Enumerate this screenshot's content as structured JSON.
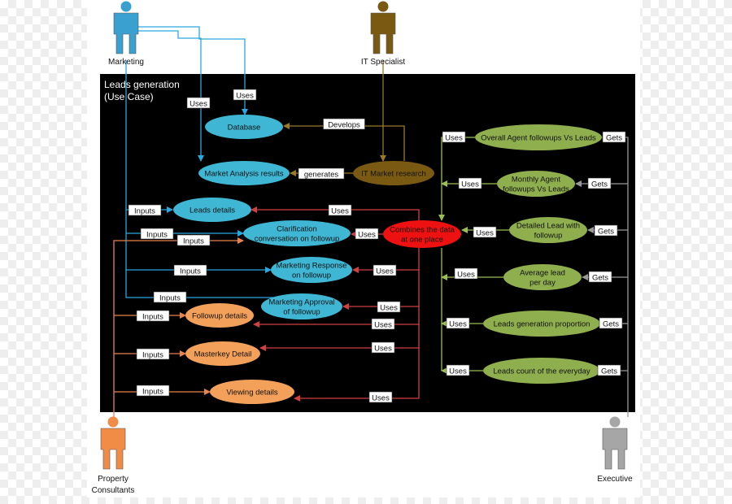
{
  "colors": {
    "panel": "#000000",
    "blue_line": "#2aa7df",
    "brown_line": "#7a5a12",
    "orange_line": "#e8834e",
    "red_line": "#c0392b",
    "olive_line": "#8fb04a",
    "gray_line": "#888888",
    "blue_fill": "#3fb7d4",
    "brown_fill": "#7a5a12",
    "orange_fill": "#f2a05a",
    "red_fill": "#ee1111",
    "olive_fill": "#8fae4e",
    "label_bg": "#ffffff"
  },
  "system": {
    "title_line1": "Leads generation",
    "title_line2": "(Use Case)"
  },
  "actors": [
    {
      "id": "marketing",
      "label_lines": [
        "Marketing"
      ],
      "color": "#3aa0cf",
      "icon": "person-icon"
    },
    {
      "id": "it",
      "label_lines": [
        "IT Specialist"
      ],
      "color": "#7a5a12",
      "icon": "person-icon"
    },
    {
      "id": "pc",
      "label_lines": [
        "Property",
        "Consultants"
      ],
      "color": "#f08c46",
      "icon": "person-icon"
    },
    {
      "id": "exec",
      "label_lines": [
        "Executive"
      ],
      "color": "#a6a6a6",
      "icon": "person-icon"
    }
  ],
  "use_cases": [
    {
      "id": "database",
      "lines": [
        "Database"
      ],
      "color": "blue_fill"
    },
    {
      "id": "mar",
      "lines": [
        "Market Analysis results"
      ],
      "color": "blue_fill"
    },
    {
      "id": "itmr",
      "lines": [
        "IT Market research"
      ],
      "color": "brown_fill"
    },
    {
      "id": "leads",
      "lines": [
        "Leads details"
      ],
      "color": "blue_fill"
    },
    {
      "id": "clar",
      "lines": [
        "Clarification",
        "conversation on followup"
      ],
      "color": "blue_fill"
    },
    {
      "id": "mresp",
      "lines": [
        "Marketing Response",
        "on followup"
      ],
      "color": "blue_fill"
    },
    {
      "id": "mappr",
      "lines": [
        "Marketing Approval",
        "of followup"
      ],
      "color": "blue_fill"
    },
    {
      "id": "follow",
      "lines": [
        "Followup details"
      ],
      "color": "orange_fill"
    },
    {
      "id": "master",
      "lines": [
        "Masterkey Detail"
      ],
      "color": "orange_fill"
    },
    {
      "id": "view",
      "lines": [
        "Viewing details"
      ],
      "color": "orange_fill"
    },
    {
      "id": "combine",
      "lines": [
        "Combines the data",
        "at one place"
      ],
      "color": "red_fill"
    },
    {
      "id": "overall",
      "lines": [
        "Overall Agent followups Vs Leads"
      ],
      "color": "olive_fill"
    },
    {
      "id": "monthly",
      "lines": [
        "Monthly Agent",
        "followups Vs Leads"
      ],
      "color": "olive_fill"
    },
    {
      "id": "detailed",
      "lines": [
        "Detailed Lead with",
        "followup"
      ],
      "color": "olive_fill"
    },
    {
      "id": "avg",
      "lines": [
        "Average lead",
        "per day"
      ],
      "color": "olive_fill"
    },
    {
      "id": "prop",
      "lines": [
        "Leads generation proportion"
      ],
      "color": "olive_fill"
    },
    {
      "id": "count",
      "lines": [
        "Leads count of the everyday"
      ],
      "color": "olive_fill"
    }
  ],
  "edge_labels": [
    {
      "id": "m-uses-db",
      "text": "Uses"
    },
    {
      "id": "m-uses-mar",
      "text": "Uses"
    },
    {
      "id": "it-develops",
      "text": "Develops"
    },
    {
      "id": "it-generates",
      "text": "generates"
    },
    {
      "id": "m-inputs-leads",
      "text": "Inputs"
    },
    {
      "id": "m-inputs-clar",
      "text": "Inputs"
    },
    {
      "id": "pc-inputs-clar",
      "text": "Inputs"
    },
    {
      "id": "m-inputs-mresp",
      "text": "Inputs"
    },
    {
      "id": "m-inputs-mappr",
      "text": "Inputs"
    },
    {
      "id": "pc-inputs-follow",
      "text": "Inputs"
    },
    {
      "id": "pc-inputs-master",
      "text": "Inputs"
    },
    {
      "id": "pc-inputs-view",
      "text": "Inputs"
    },
    {
      "id": "c-uses-leads",
      "text": "Uses"
    },
    {
      "id": "c-uses-clar",
      "text": "Uses"
    },
    {
      "id": "c-uses-mresp",
      "text": "Uses"
    },
    {
      "id": "c-uses-mappr",
      "text": "Uses"
    },
    {
      "id": "c-uses-follow",
      "text": "Uses"
    },
    {
      "id": "c-uses-master",
      "text": "Uses"
    },
    {
      "id": "c-uses-view",
      "text": "Uses"
    },
    {
      "id": "r-uses-overall",
      "text": "Uses"
    },
    {
      "id": "r-uses-monthly",
      "text": "Uses"
    },
    {
      "id": "r-uses-detailed",
      "text": "Uses"
    },
    {
      "id": "r-uses-avg",
      "text": "Uses"
    },
    {
      "id": "r-uses-prop",
      "text": "Uses"
    },
    {
      "id": "r-uses-count",
      "text": "Uses"
    },
    {
      "id": "e-gets-overall",
      "text": "Gets"
    },
    {
      "id": "e-gets-monthly",
      "text": "Gets"
    },
    {
      "id": "e-gets-detailed",
      "text": "Gets"
    },
    {
      "id": "e-gets-avg",
      "text": "Gets"
    },
    {
      "id": "e-gets-prop",
      "text": "Gets"
    },
    {
      "id": "e-gets-count",
      "text": "Gets"
    }
  ]
}
